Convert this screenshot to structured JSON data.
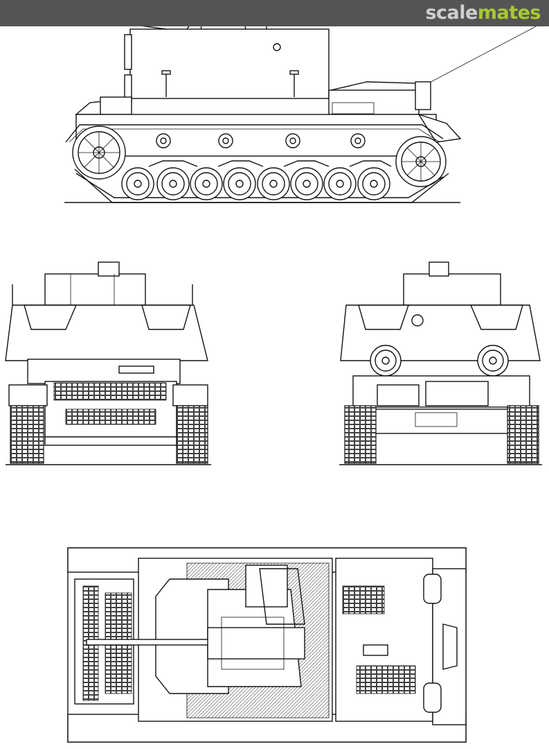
{
  "header": {
    "brand_part1": "scale",
    "brand_part2": "mates",
    "brand_color_part1": "#cfcfcf",
    "brand_color_part2": "#a6c832",
    "bar_color": "#545454"
  },
  "drawing": {
    "views": [
      "side",
      "front",
      "rear",
      "top"
    ]
  }
}
